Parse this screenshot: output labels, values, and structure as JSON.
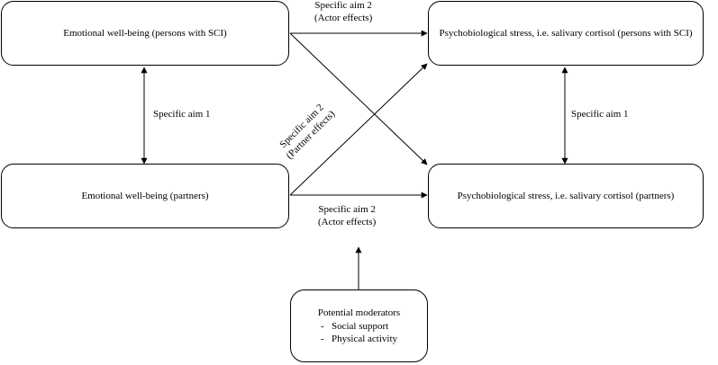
{
  "nodes": {
    "ewb_sci": "Emotional well-being (persons with SCI)",
    "stress_sci": "Psychobiological stress, i.e. salivary cortisol (persons with SCI)",
    "ewb_partner": "Emotional well-being (partners)",
    "stress_partner": "Psychobiological stress, i.e. salivary cortisol (partners)",
    "moderators": {
      "title": "Potential moderators",
      "items": [
        "Social support",
        "Physical activity"
      ]
    }
  },
  "labels": {
    "aim1_left": "Specific aim 1",
    "aim1_right": "Specific aim 1",
    "aim2_top": {
      "line1": "Specific aim 2",
      "line2": "(Actor effects)"
    },
    "aim2_bottom": {
      "line1": "Specific aim 2",
      "line2": "(Actor effects)"
    },
    "aim2_partner": {
      "line1": "Specific aim 2",
      "line2": "(Partner effects)"
    }
  },
  "colors": {
    "line": "#000000",
    "background": "#ffffff"
  }
}
